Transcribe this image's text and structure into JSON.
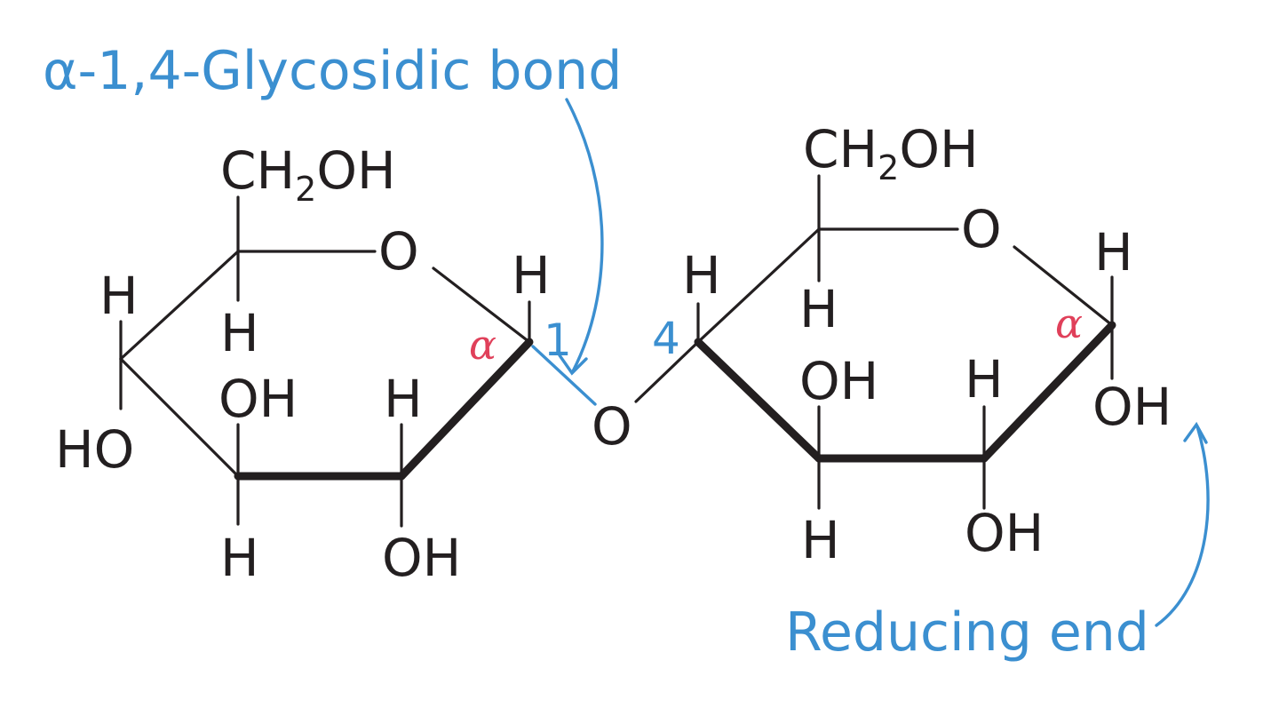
{
  "labels": {
    "bond_title": "α-1,4-Glycosidic bond",
    "reducing_end": "Reducing end",
    "carbon_1": "1",
    "carbon_4": "4",
    "alpha_left": "α",
    "alpha_right": "α"
  },
  "left_ring": {
    "ch2oh_ch": "CH",
    "ch2oh_sub": "2",
    "ch2oh_oh": "OH",
    "ring_o": "O",
    "h_c5": "H",
    "h_c4": "H",
    "ho_c4": "HO",
    "oh_c3": "OH",
    "h_c3": "H",
    "h_c2": "H",
    "oh_c2": "OH",
    "h_c1": "H"
  },
  "bridge": {
    "o": "O"
  },
  "right_ring": {
    "ch2oh_ch": "CH",
    "ch2oh_sub": "2",
    "ch2oh_oh": "OH",
    "ring_o": "O",
    "h_c5": "H",
    "h_c4": "H",
    "oh_c3": "OH",
    "h_c3": "H",
    "h_c2": "H",
    "oh_c2": "OH",
    "h_c1": "H",
    "oh_c1": "OH"
  },
  "colors": {
    "label_blue": "#3b8fd0",
    "alpha_red": "#e0405a",
    "bond_black": "#231f20"
  }
}
